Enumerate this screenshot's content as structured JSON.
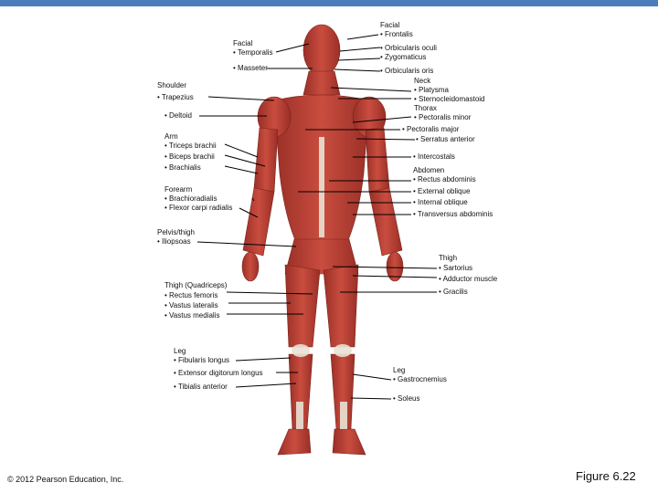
{
  "groups": {
    "facial_left": {
      "heading": "Facial",
      "items": [
        "• Temporalis",
        "• Masseter"
      ]
    },
    "facial_right": {
      "heading": "Facial",
      "items": [
        "• Frontalis",
        "• Orbicularis oculi",
        "• Zygomaticus",
        "• Orbicularis oris"
      ]
    },
    "shoulder": {
      "heading": "Shoulder",
      "items": [
        "• Trapezius",
        "• Deltoid"
      ]
    },
    "arm": {
      "heading": "Arm",
      "items": [
        "• Triceps brachii",
        "• Biceps brachii",
        "• Brachialis"
      ]
    },
    "forearm": {
      "heading": "Forearm",
      "items": [
        "• Brachioradialis",
        "• Flexor carpi radialis"
      ]
    },
    "pelvis": {
      "heading": "Pelvis/thigh",
      "items": [
        "• Iliopsoas"
      ]
    },
    "neck": {
      "heading": "Neck",
      "items": [
        "• Platysma",
        "• Sternocleidomastoid"
      ]
    },
    "thorax": {
      "heading": "Thorax",
      "items": [
        "• Pectoralis minor",
        "• Pectoralis major",
        "• Serratus anterior",
        "• Intercostals"
      ]
    },
    "abdomen": {
      "heading": "Abdomen",
      "items": [
        "• Rectus abdominis",
        "• External oblique",
        "• Internal oblique",
        "• Transversus abdominis"
      ]
    },
    "thigh_right": {
      "heading": "Thigh",
      "items": [
        "• Sartorius",
        "• Adductor muscle",
        "• Gracilis"
      ]
    },
    "thigh_quad": {
      "heading": "Thigh (Quadriceps)",
      "items": [
        "• Rectus femoris",
        "• Vastus lateralis",
        "• Vastus medialis"
      ]
    },
    "leg_left": {
      "heading": "Leg",
      "items": [
        "• Fibularis longus",
        "• Extensor digitorum longus",
        "• Tibialis anterior"
      ]
    },
    "leg_right": {
      "heading": "Leg",
      "items": [
        "• Gastrocnemius",
        "• Soleus"
      ]
    }
  },
  "footer": {
    "copyright": "© 2012 Pearson Education, Inc.",
    "figure": "Figure 6.22"
  },
  "colors": {
    "muscle": "#c0453a",
    "muscle_dark": "#8e2a23",
    "tendon": "#e9e2d4",
    "bar": "#4a7ebb"
  }
}
